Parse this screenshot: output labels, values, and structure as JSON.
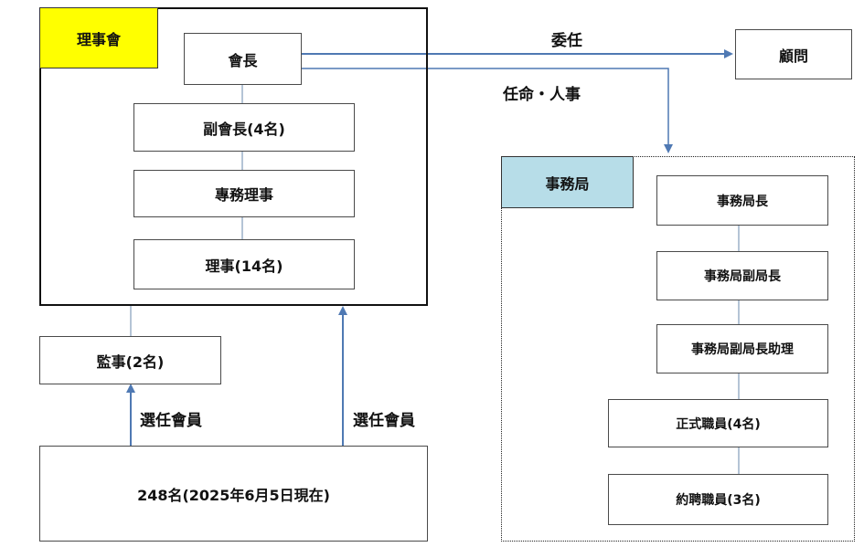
{
  "colors": {
    "board_tag": "#ffff00",
    "secretariat_tag": "#b7dde8",
    "line": "#9ab0c8",
    "arrow": "#4f79b3"
  },
  "board": {
    "tag": "理事會",
    "chairman": "會長",
    "vice_chairman": "副會長(4名)",
    "executive_director": "專務理事",
    "directors": "理事(14名)"
  },
  "advisor": "顧問",
  "auditor": "監事(2名)",
  "members": "248名(2025年6月5日現在)",
  "labels": {
    "entrust": "委任",
    "appointment": "任命・人事",
    "elect_left": "選任會員",
    "elect_right": "選任會員"
  },
  "secretariat": {
    "tag": "事務局",
    "items": [
      "事務局長",
      "事務局副局長",
      "事務局副局長助理",
      "正式職員(4名)",
      "約聘職員(3名)"
    ]
  }
}
